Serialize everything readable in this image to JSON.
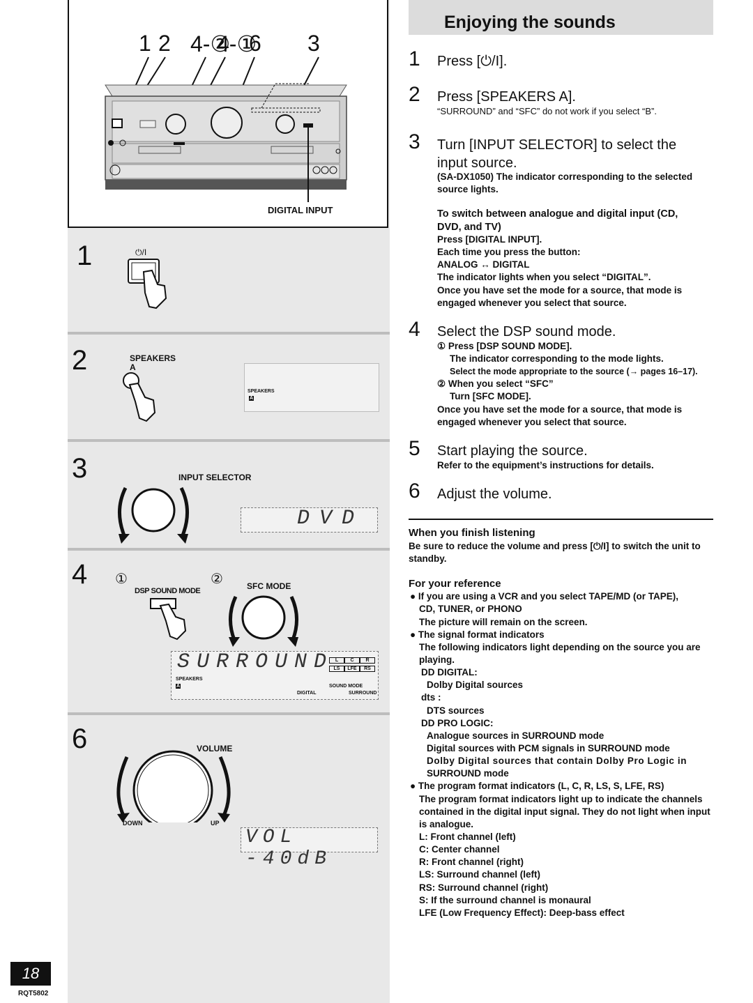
{
  "figure": {
    "callouts": [
      "1",
      "2",
      "4-②",
      "4-①",
      "6",
      "3"
    ],
    "digital_input_label": "DIGITAL INPUT"
  },
  "left_panels": {
    "p1": {
      "num": "1",
      "icon_label": "⏻/I"
    },
    "p2": {
      "num": "2",
      "label_top": "SPEAKERS",
      "label_sub": "A",
      "display_label": "SPEAKERS",
      "display_badge": "A"
    },
    "p3": {
      "num": "3",
      "label": "INPUT SELECTOR",
      "display": "DVD"
    },
    "p4": {
      "num": "4",
      "sub1": "①",
      "sub2": "②",
      "dsp_label": "DSP SOUND MODE",
      "sfc_label": "SFC MODE",
      "display": "SURROUND",
      "ch_row1": [
        "L",
        "C",
        "R"
      ],
      "ch_row2": [
        "LS",
        "LFE",
        "RS"
      ],
      "speakers_label": "SPEAKERS",
      "speakers_badge": "A",
      "sound_mode_label": "SOUND MODE",
      "digital_label": "DIGITAL",
      "surround_label": "SURROUND"
    },
    "p6": {
      "num": "6",
      "label": "VOLUME",
      "down": "DOWN",
      "up": "UP",
      "display": "VOL -40dB"
    }
  },
  "title": "Enjoying the sounds",
  "steps": {
    "s1": {
      "num": "1",
      "heading": "Press [⏻/I]."
    },
    "s2": {
      "num": "2",
      "heading": "Press [SPEAKERS A].",
      "note": "“SURROUND” and “SFC” do not work if you select “B”."
    },
    "s3": {
      "num": "3",
      "heading_l1": "Turn [INPUT SELECTOR] to select the",
      "heading_l2": "input source.",
      "model_note_l1": "(SA-DX1050) The indicator corresponding to the selected",
      "model_note_l2": "source lights.",
      "sub_heading_l1": "To switch between analogue and digital input (CD,",
      "sub_heading_l2": "DVD, and TV)",
      "lines": [
        "Press [DIGITAL INPUT].",
        "Each time you press the button:",
        "ANALOG ↔ DIGITAL",
        "The indicator lights when you select “DIGITAL”.",
        "Once you have set the mode for a source, that mode is",
        "engaged whenever you select that source."
      ]
    },
    "s4": {
      "num": "4",
      "heading": "Select the DSP sound mode.",
      "lines": [
        "① Press [DSP SOUND MODE].",
        "The indicator corresponding to the mode lights.",
        "Select the mode appropriate to the source (→ pages 16–17).",
        "② When you select “SFC”",
        "Turn [SFC MODE].",
        "Once you have set the mode for a source, that mode is",
        "engaged whenever you select that source."
      ]
    },
    "s5": {
      "num": "5",
      "heading": "Start playing the source.",
      "note": "Refer to the equipment’s instructions for details."
    },
    "s6": {
      "num": "6",
      "heading": "Adjust the volume."
    }
  },
  "finish": {
    "heading": "When you finish listening",
    "l1": "Be sure to reduce the volume and press [⏻/I] to switch the unit to",
    "l2": "standby."
  },
  "reference": {
    "heading": "For your reference",
    "lines": [
      "● If you are using a VCR and you select TAPE/MD (or TAPE),",
      "CD, TUNER, or PHONO",
      "The picture will remain on the screen.",
      "● The signal format indicators",
      "The following indicators light depending on the source you are",
      "playing.",
      "DD DIGITAL:",
      "Dolby Digital sources",
      "dts :",
      "DTS sources",
      "DD PRO LOGIC:",
      "Analogue sources in SURROUND mode",
      "Digital sources with PCM signals in SURROUND mode",
      "Dolby Digital sources that contain Dolby Pro Logic in",
      "SURROUND mode",
      "● The program format indicators (L, C, R, LS, S, LFE, RS)",
      "The program format indicators light up to indicate the channels",
      "contained in the digital input signal. They do not light when input",
      "is analogue.",
      "L: Front channel (left)",
      "C: Center channel",
      "R: Front channel (right)",
      "LS: Surround channel (left)",
      "RS: Surround channel (right)",
      "S: If the surround channel is monaural",
      "LFE (Low Frequency Effect): Deep-bass effect"
    ]
  },
  "footer": {
    "page": "18",
    "doc": "RQT5802"
  }
}
